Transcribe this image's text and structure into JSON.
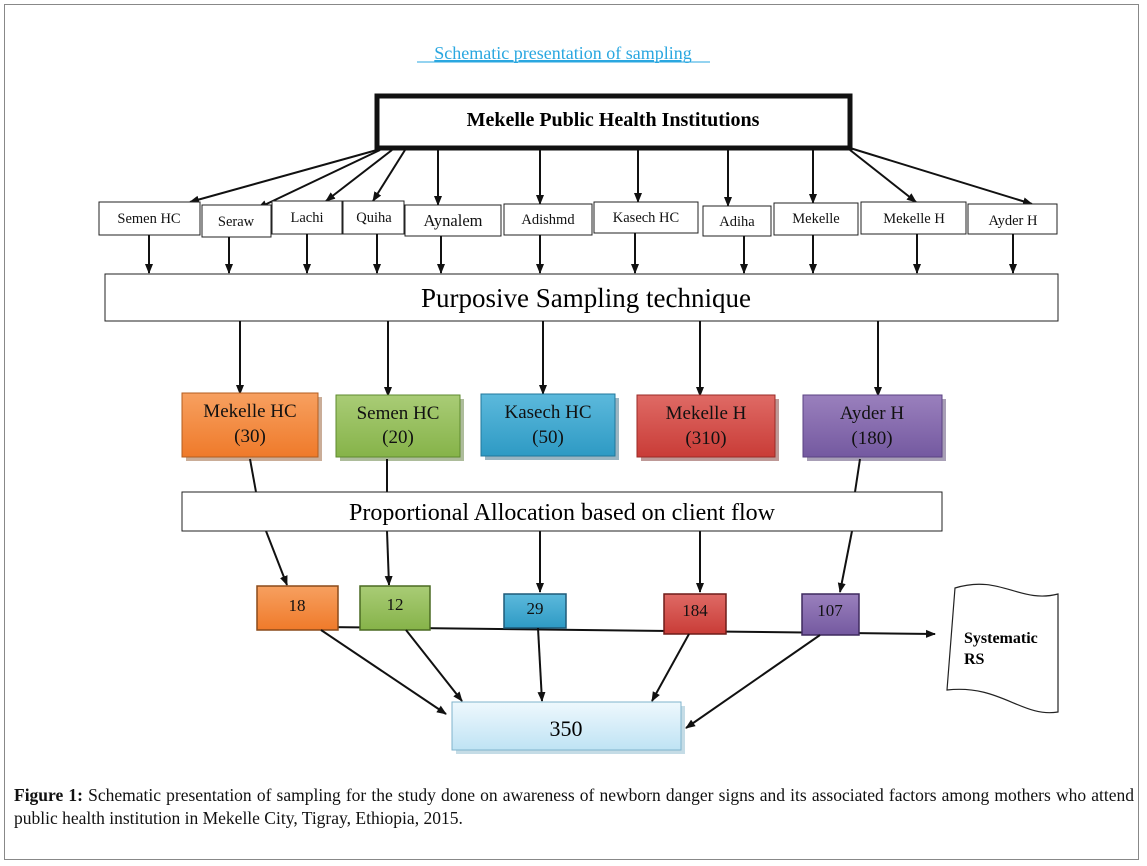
{
  "diagram": {
    "title": "Schematic presentation of sampling",
    "root": "Mekelle Public Health Institutions",
    "institutions": [
      "Semen HC",
      "Seraw",
      "Lachi",
      "Quiha",
      "Aynalem",
      "Adishmd",
      "Kasech HC",
      "Adiha",
      "Mekelle",
      "Mekelle H",
      "Ayder  H"
    ],
    "purposive": "Purposive Sampling technique",
    "selected": [
      {
        "name": "Mekelle HC",
        "count": "(30)",
        "color": "#f58a3c"
      },
      {
        "name": "Semen HC",
        "count": "(20)",
        "color": "#94c05a"
      },
      {
        "name": "Kasech HC",
        "count": "(50)",
        "color": "#43a8cf"
      },
      {
        "name": "Mekelle H",
        "count": "(310)",
        "color": "#d44b46"
      },
      {
        "name": "Ayder H",
        "count": "(180)",
        "color": "#8565ad"
      }
    ],
    "proportional": "Proportional Allocation based on client flow",
    "allocated": [
      "18",
      "12",
      "29",
      "184",
      "107"
    ],
    "systematic_line1": "Systematic",
    "systematic_line2": "RS",
    "total": "350"
  },
  "caption": {
    "label": "Figure 1:",
    "text": "Schematic presentation of sampling for the study done on awareness of newborn danger signs and its associated factors among mothers who attend public health institution in Mekelle City, Tigray, Ethiopia, 2015."
  }
}
